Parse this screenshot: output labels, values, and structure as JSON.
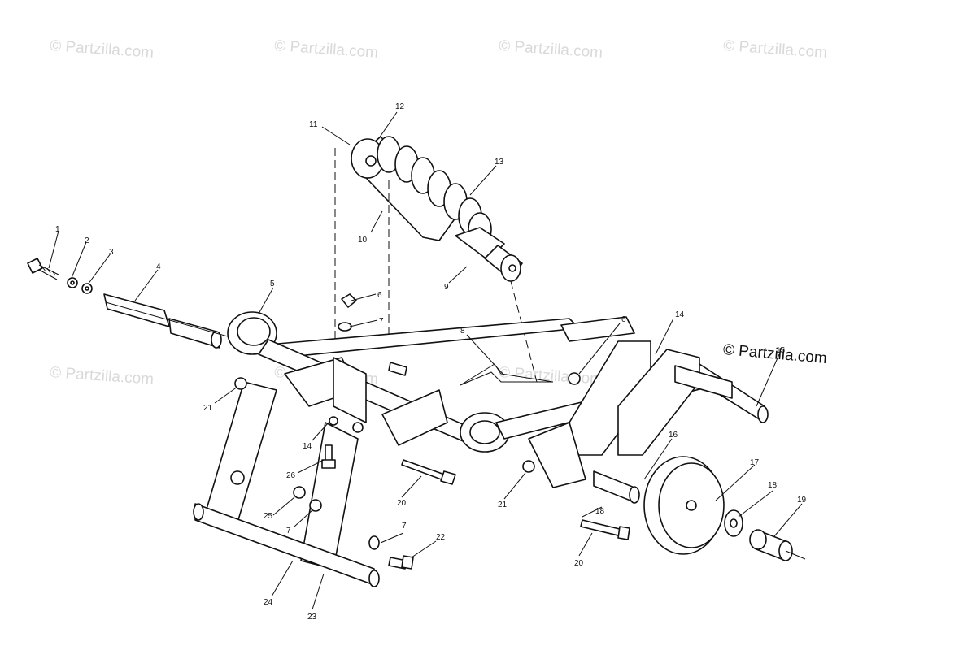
{
  "watermark_text": "© Partzilla.com",
  "logo_text": "© Partzilla.com",
  "callouts": [
    "1",
    "2",
    "3",
    "4",
    "5",
    "6",
    "7",
    "8",
    "6",
    "14",
    "15",
    "9",
    "10",
    "11",
    "12",
    "13",
    "21",
    "14",
    "26",
    "20",
    "25",
    "7",
    "7",
    "22",
    "24",
    "23",
    "21",
    "16",
    "17",
    "18",
    "19",
    "18",
    "20"
  ]
}
